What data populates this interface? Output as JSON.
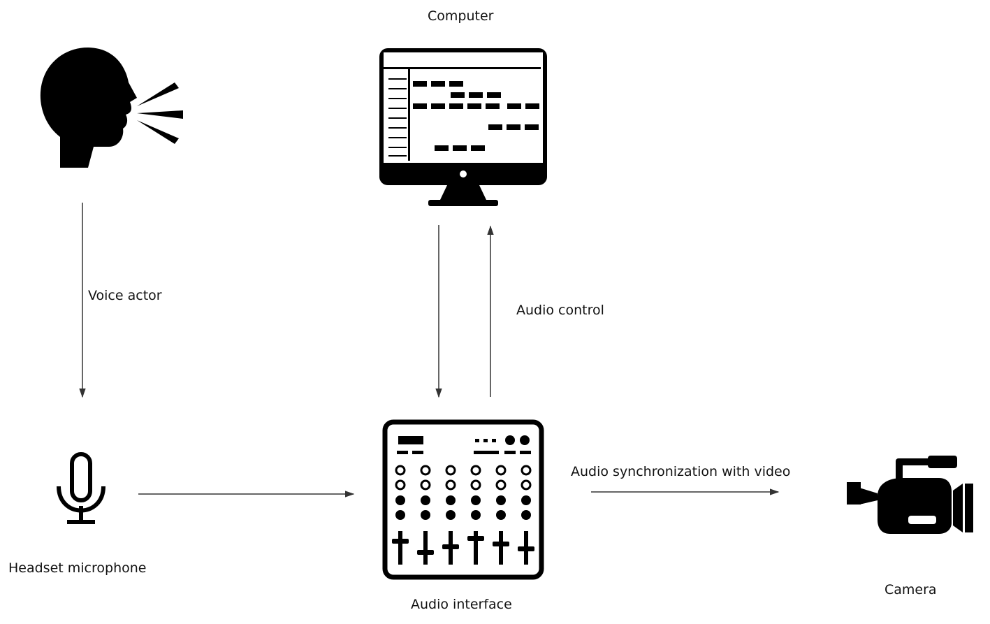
{
  "labels": {
    "computer": "Computer",
    "voice_actor": "Voice actor",
    "audio_control": "Audio control",
    "audio_sync": "Audio synchronization with video",
    "headset_microphone": "Headset microphone",
    "audio_interface": "Audio interface",
    "camera": "Camera"
  },
  "icons": {
    "speaker": "speaking-head-icon",
    "computer": "computer-monitor-icon",
    "microphone": "microphone-icon",
    "mixer": "audio-mixer-icon",
    "camera": "video-camera-icon"
  },
  "colors": {
    "ink": "#000000",
    "line": "#333333"
  }
}
